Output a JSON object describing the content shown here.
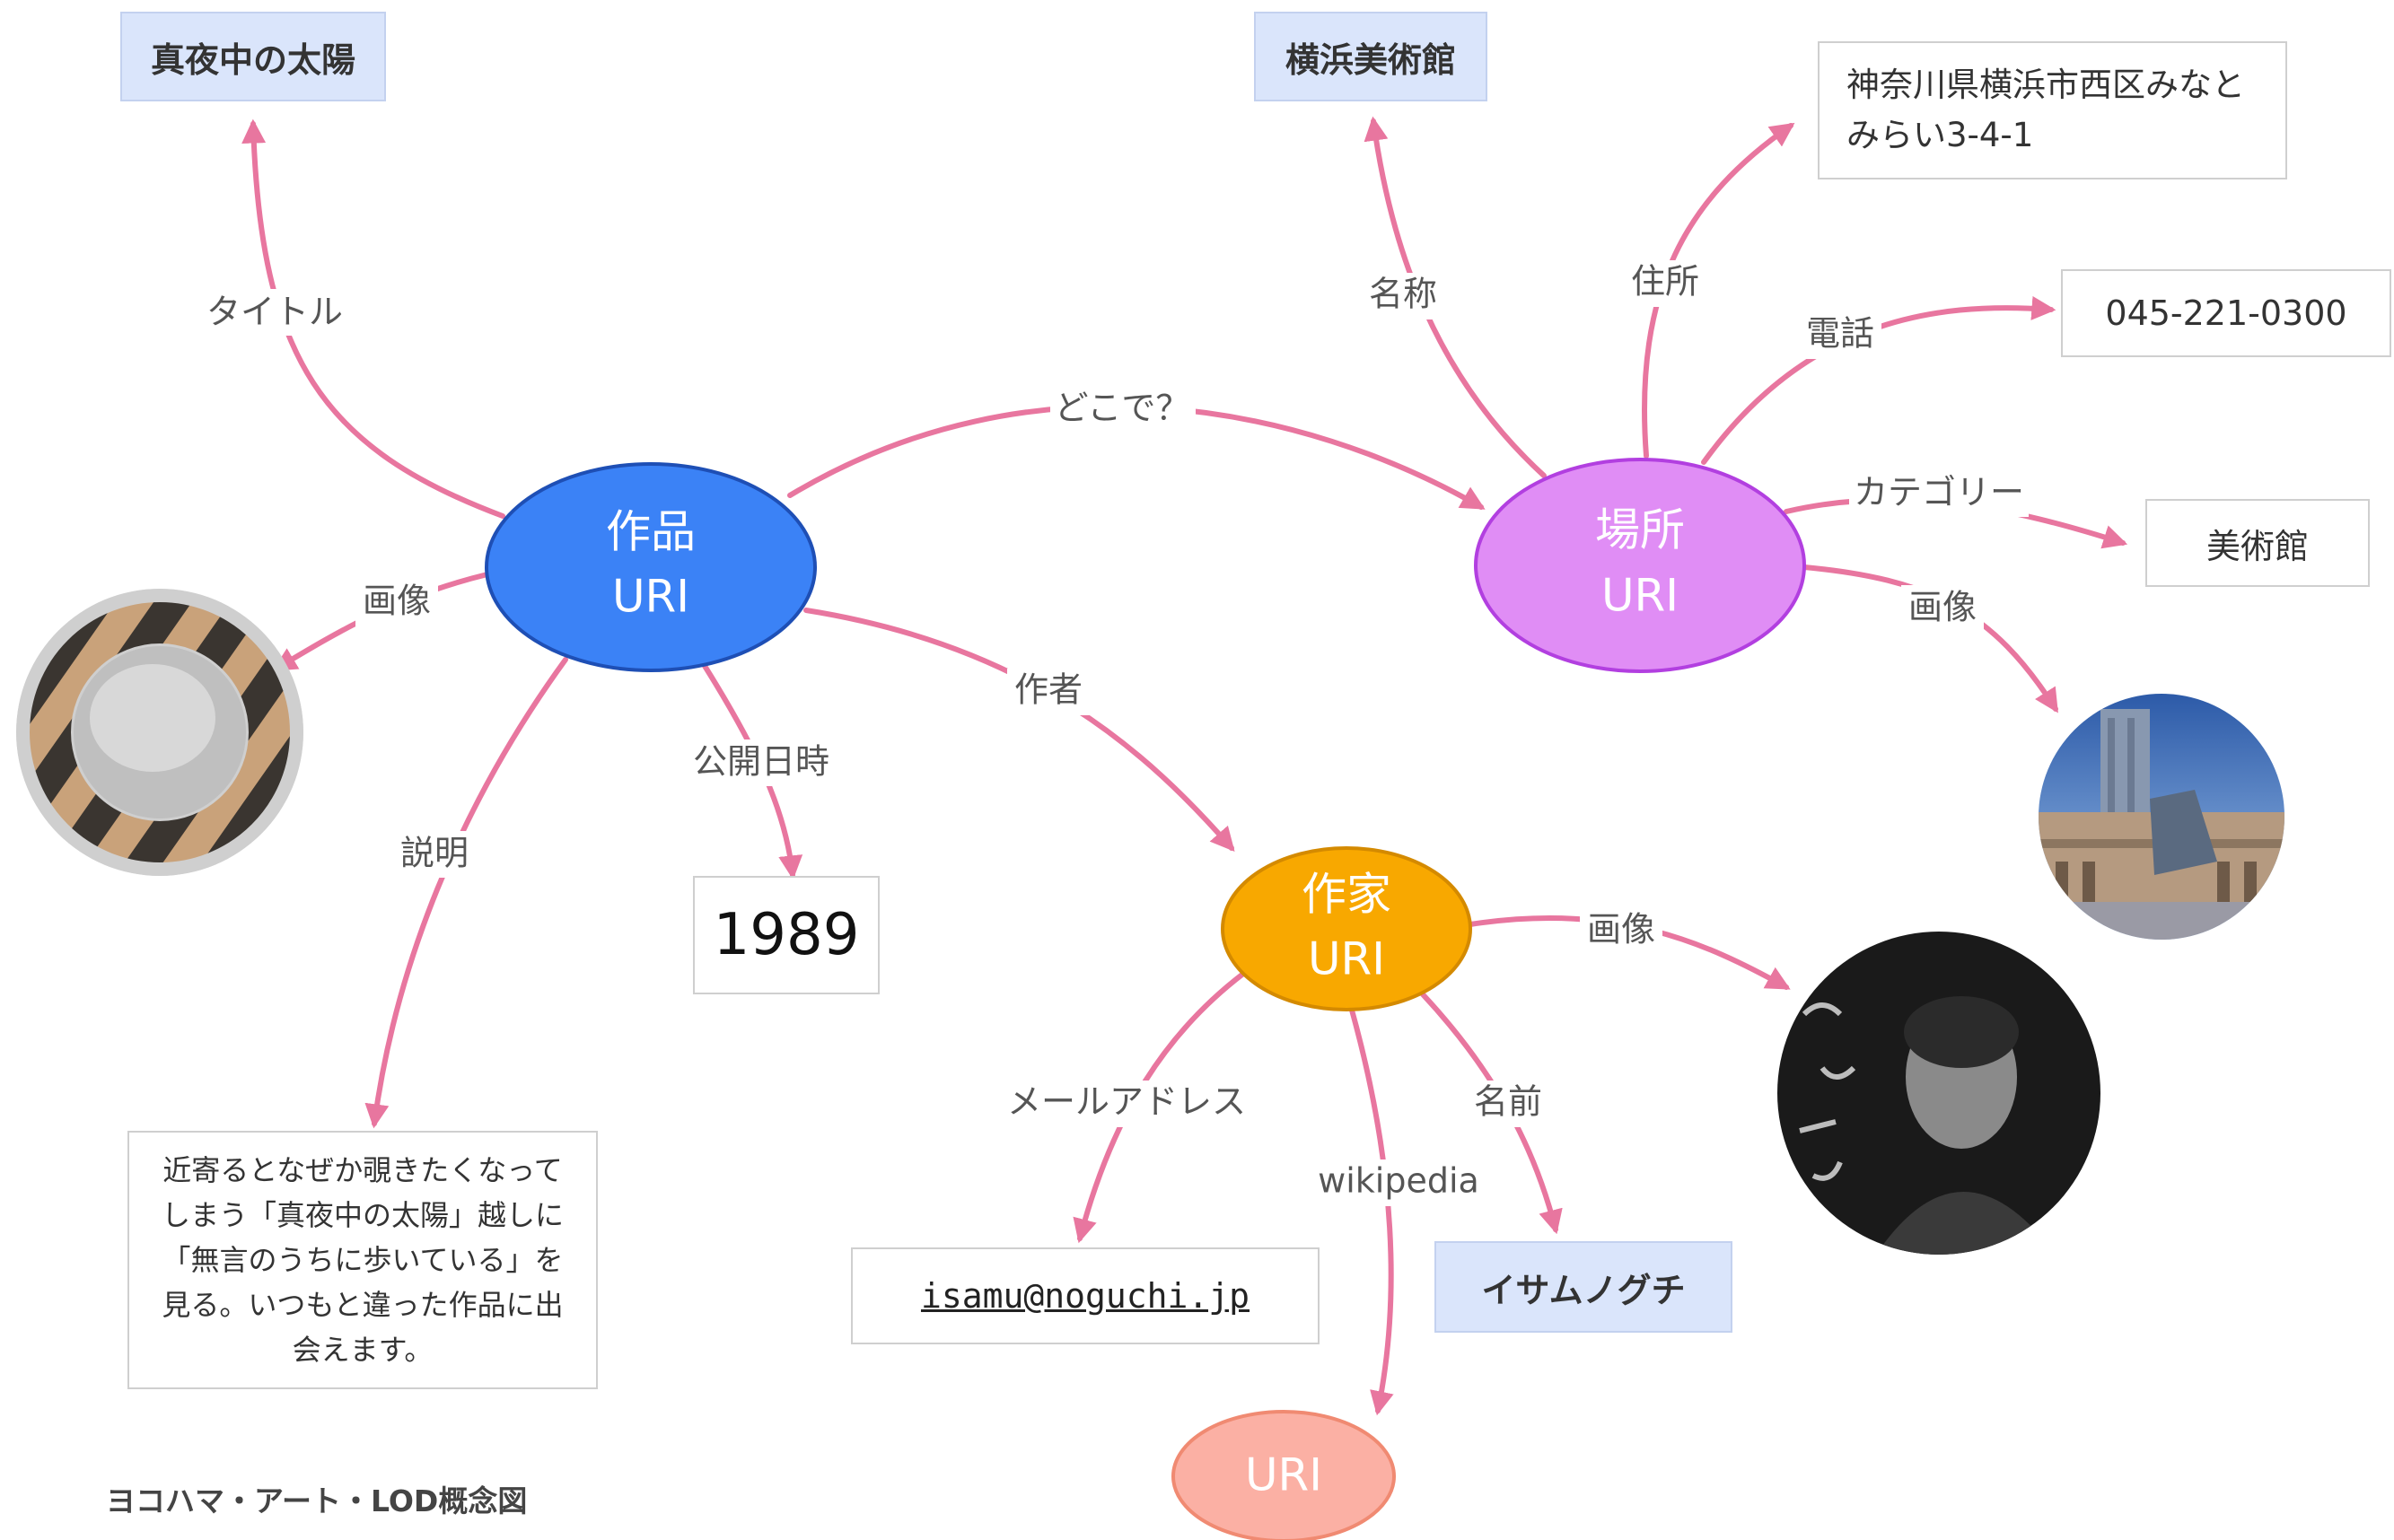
{
  "caption": "ヨコハマ・アート・LOD概念図",
  "nodes": {
    "work": {
      "line1": "作品",
      "line2": "URI",
      "color": "#3b82f6"
    },
    "place": {
      "line1": "場所",
      "line2": "URI",
      "color": "#e08df5"
    },
    "artist": {
      "line1": "作家",
      "line2": "URI",
      "color": "#f8a800"
    },
    "wiki": {
      "line1": "URI",
      "color": "#fbb0a4"
    }
  },
  "boxes": {
    "title_value": "真夜中の太陽",
    "museum_name": "横浜美術館",
    "address": "神奈川県横浜市西区みなとみらい3-4-1",
    "phone": "045-221-0300",
    "category_value": "美術館",
    "year": "1989",
    "description": "近寄るとなぜか覗きたくなってしまう「真夜中の太陽」越しに「無言のうちに歩いている」を見る。いつもと違った作品に出会えます。",
    "email": "isamu@noguchi.jp",
    "artist_name": "イサムノグチ"
  },
  "edges": {
    "title": "タイトル",
    "image_work": "画像",
    "description": "説明",
    "published": "公開日時",
    "where": "どこで？",
    "author": "作者",
    "name_place": "名称",
    "address": "住所",
    "phone": "電話",
    "category": "カテゴリー",
    "image_place": "画像",
    "image_artist": "画像",
    "email": "メールアドレス",
    "wikipedia": "wikipedia",
    "name_artist": "名前"
  },
  "images": {
    "work_image": "ring-sculpture-photo",
    "place_image": "museum-building-photo",
    "artist_image": "artist-portrait-photo"
  },
  "colors": {
    "arrow": "#e8769f"
  }
}
